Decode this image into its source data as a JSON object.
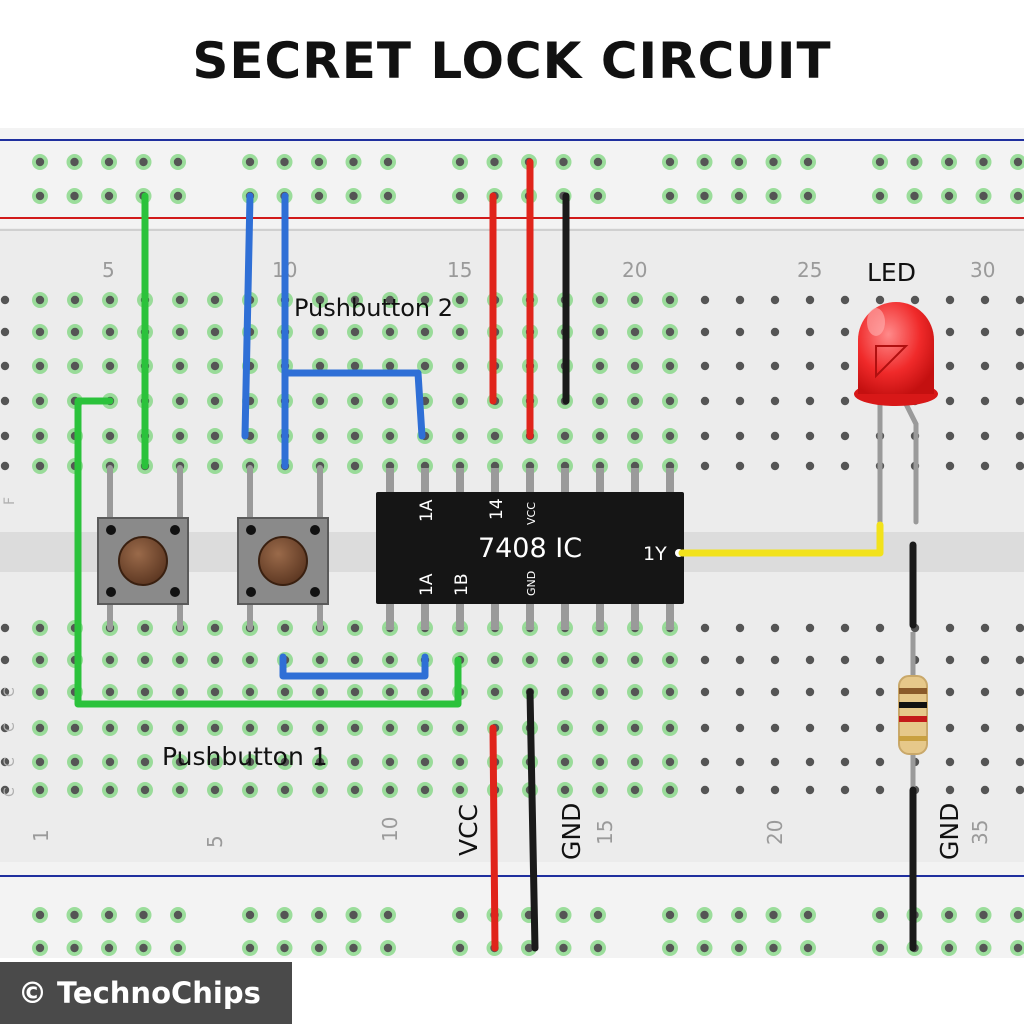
{
  "title": "SECRET LOCK CIRCUIT",
  "labels": {
    "pushbutton_1": "Pushbutton 1",
    "pushbutton_2": "Pushbutton 2",
    "led": "LED",
    "ic_name": "7408 IC",
    "vcc_bottom": "VCC",
    "gnd_bottom": "GND",
    "gnd_resistor": "GND"
  },
  "ic_pins": {
    "top_1a": "1A",
    "top_14": "14",
    "top_vcc": "VCC",
    "bottom_1a": "1A",
    "bottom_1b": "1B",
    "bottom_gnd": "GND",
    "output_1y": "1Y"
  },
  "column_numbers_top": [
    "5",
    "10",
    "15",
    "20",
    "25",
    "30"
  ],
  "column_numbers_bottom": [
    "1",
    "5",
    "10",
    "15",
    "20",
    "35"
  ],
  "row_letters_left": [
    "F",
    "C",
    "C",
    "C",
    "C"
  ],
  "copyright": {
    "symbol": "©",
    "text": "TechnoChips"
  },
  "colors": {
    "board": "#ececec",
    "hole": "#555555",
    "highlight": "#7ed67e",
    "wire_green": "#2bc23b",
    "wire_blue": "#2f6fd6",
    "wire_red": "#e0241b",
    "wire_black": "#1a1a1a",
    "wire_yellow": "#f2e21b",
    "led_red": "#f02a2a",
    "rail_red": "#d11a1a",
    "rail_blue": "#1f2f9e"
  }
}
